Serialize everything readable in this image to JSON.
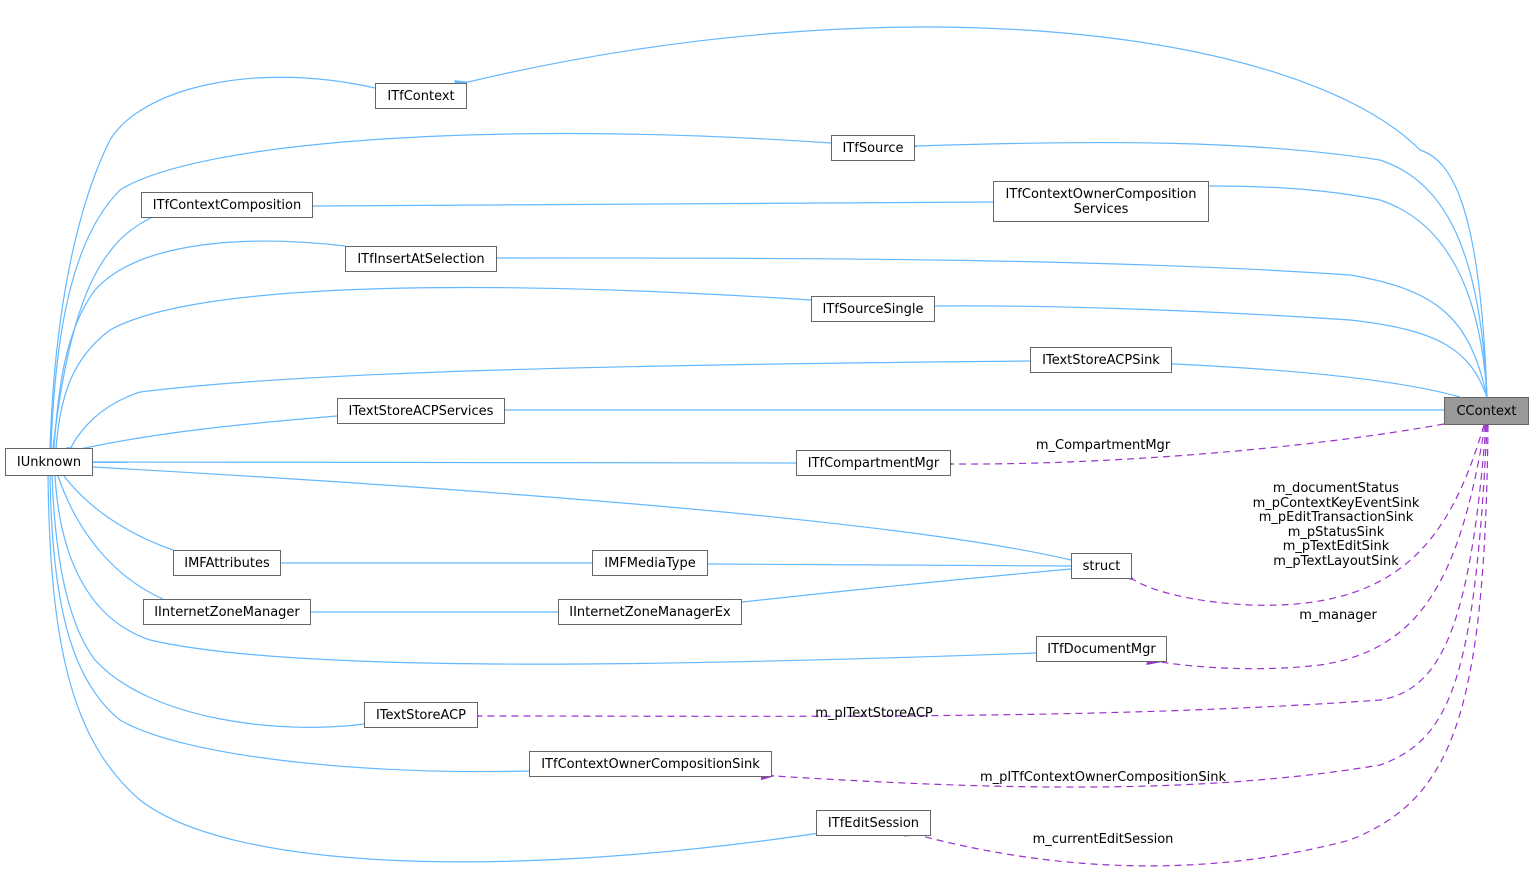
{
  "colors": {
    "inherit": "#63b8ff",
    "usage": "#9a32cd",
    "main_fill": "#999999"
  },
  "nodes": {
    "itfcontext": "ITfContext",
    "itfsource": "ITfSource",
    "itfcontextcomposition": "ITfContextComposition",
    "itfcontextownercompositionservices": "ITfContextOwnerComposition\nServices",
    "itfinsertatselection": "ITfInsertAtSelection",
    "itfsourcesingle": "ITfSourceSingle",
    "itextstoreacpsink": "ITextStoreACPSink",
    "itextstoreacpservices": "ITextStoreACPServices",
    "cccontext": "CContext",
    "iunknown": "IUnknown",
    "itfcompartmentmgr": "ITfCompartmentMgr",
    "struct": "struct",
    "imfattributes": "IMFAttributes",
    "imfmediatype": "IMFMediaType",
    "iinternetzonemanager": "IInternetZoneManager",
    "iinternetzonemanagerex": "IInternetZoneManagerEx",
    "itfdocumentmgr": "ITfDocumentMgr",
    "itextstoreacp": "ITextStoreACP",
    "itfcontextownercompositionsink": "ITfContextOwnerCompositionSink",
    "itfeditsession": "ITfEditSession"
  },
  "edge_labels": {
    "compartment": "m_CompartmentMgr",
    "struct": "m_documentStatus\nm_pContextKeyEventSink\nm_pEditTransactionSink\nm_pStatusSink\nm_pTextEditSink\nm_pTextLayoutSink",
    "manager": "m_manager",
    "textstore": "m_pITextStoreACP",
    "ownersink": "m_pITfContextOwnerCompositionSink",
    "editsession": "m_currentEditSession"
  }
}
